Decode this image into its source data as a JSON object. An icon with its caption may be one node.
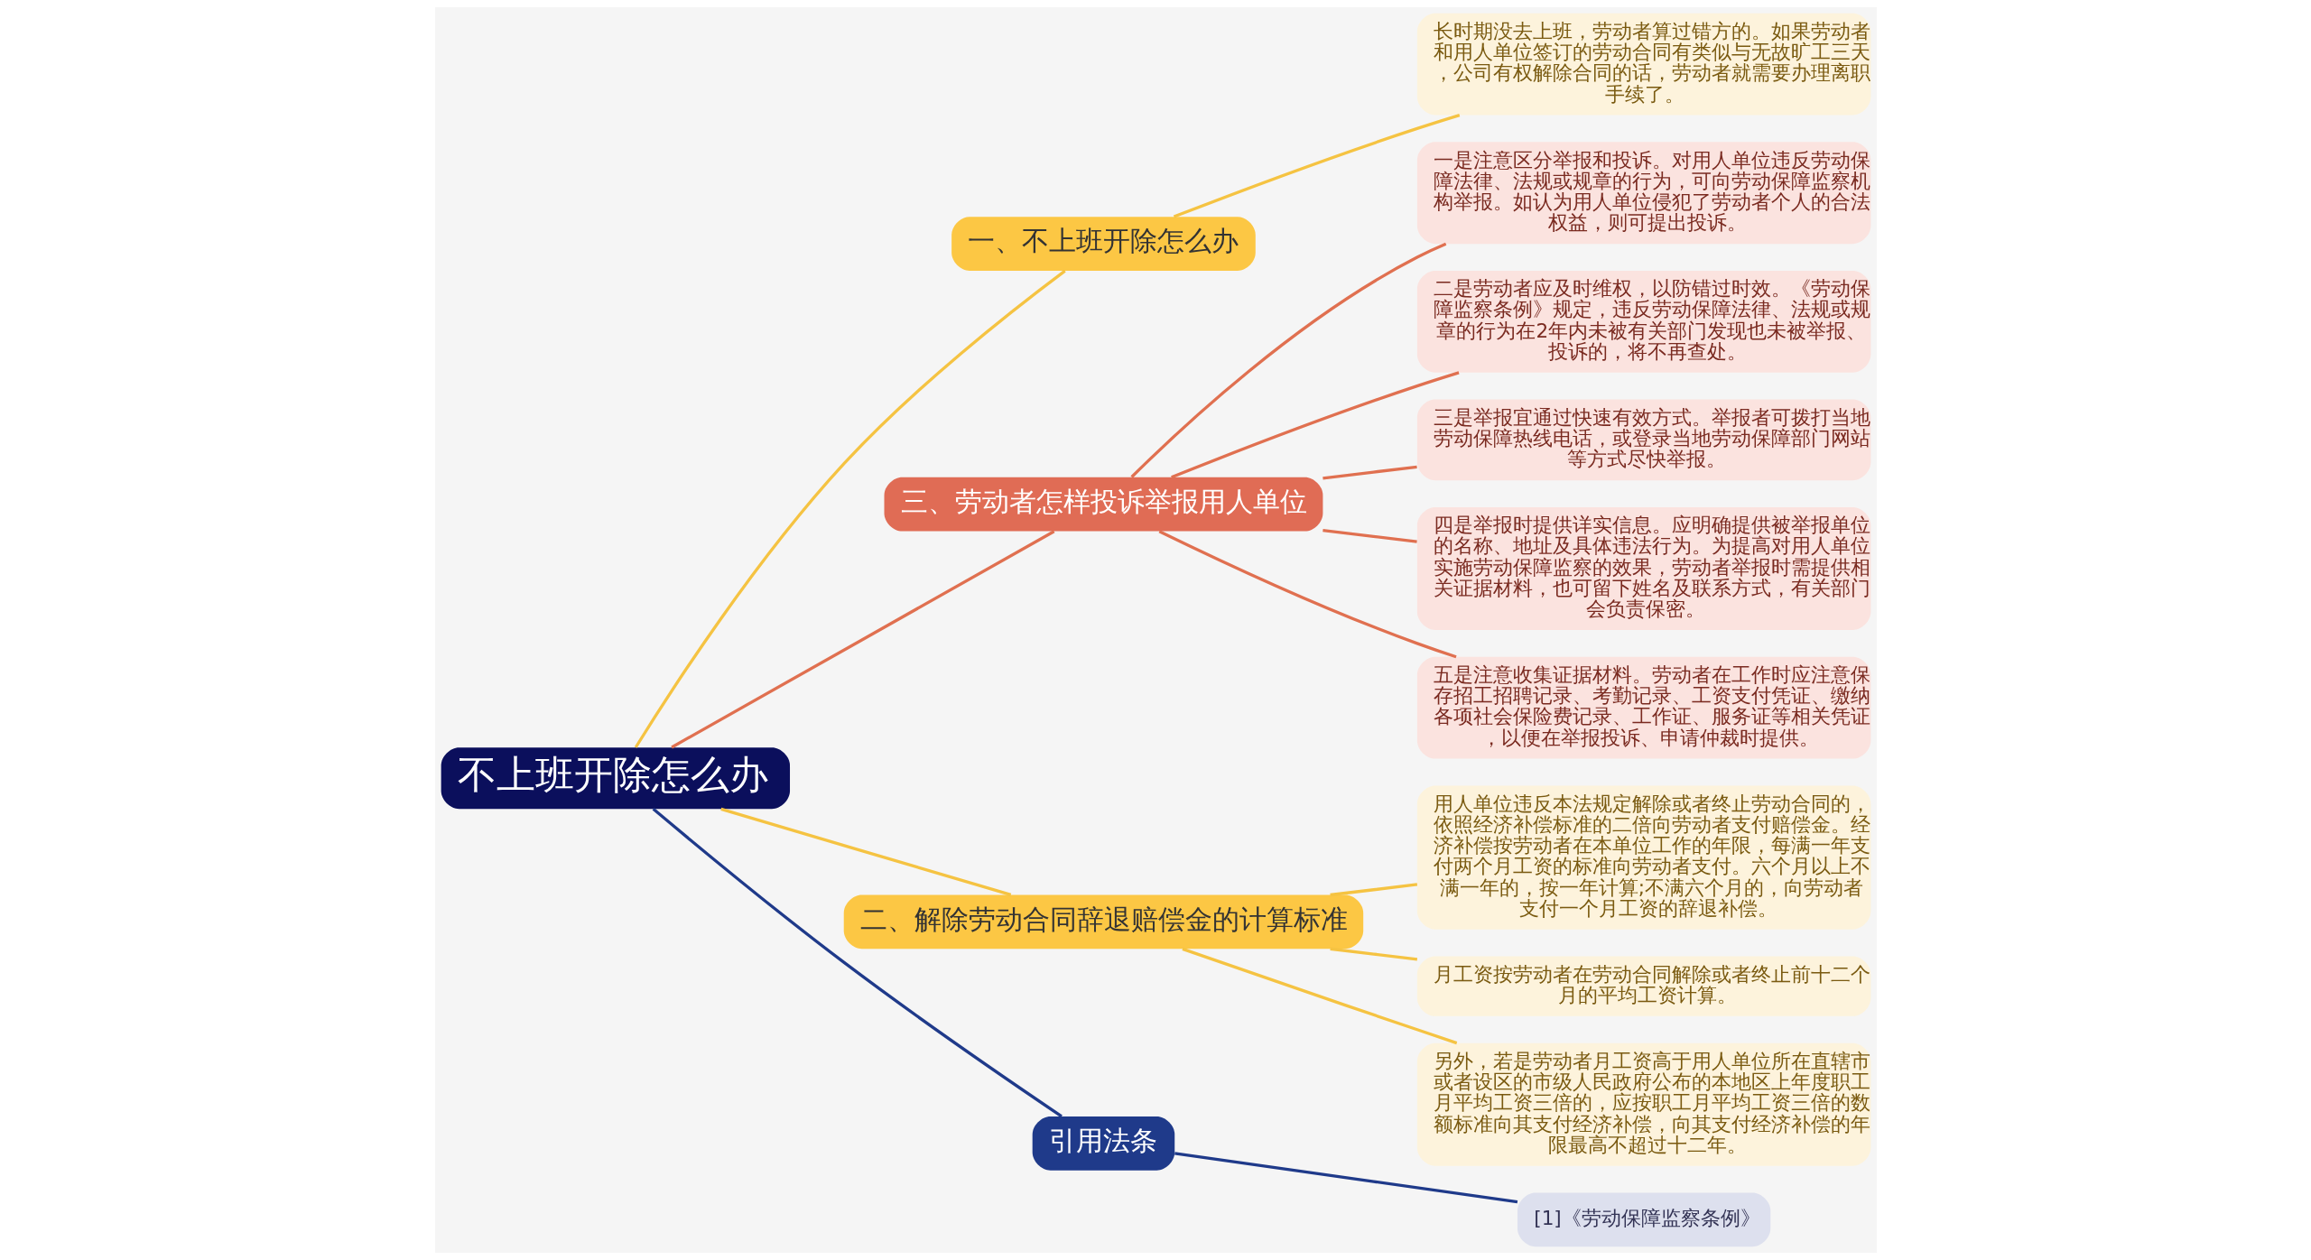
{
  "diagram": {
    "nodes": [
      {
        "text": [
          "不上班开除怎么办"
        ]
      },
      {
        "text": [
          "一、不上班开除怎么办"
        ]
      },
      {
        "text": [
          "长时期没去上班，劳动者算过错方的。如果劳动者和用人单位签订的劳动合同有类似与无故旷工三天，公司有权解除合同的话，劳动者就需要办理离职手续了。"
        ]
      },
      {
        "text": [
          "三、劳动者怎样投诉举报用人单位"
        ]
      },
      {
        "text": [
          "一是注意区分举报和投诉。对用人单位违反劳动保障法律、法规或规章的行为，可向劳动保障监察机构举报。如认为用人单位侵犯了劳动者个人的合法权益，则可提出投诉。"
        ]
      },
      {
        "text": [
          "二是劳动者应及时维权，以防错过时效。《劳动保障监察条例》规定，违反劳动保障法律、法规或规章的行为在2年内未被有关部门发现也未被举报、投诉的，将不再查处。"
        ]
      },
      {
        "text": [
          "三是举报宜通过快速有效方式。举报者可拨打当地劳动保障热线电话，或登录当地劳动保障部门网站等方式尽快举报。"
        ]
      },
      {
        "text": [
          "四是举报时提供详实信息。应明确提供被举报单位的名称、地址及具体违法行为。为提高对用人单位实施劳动保障监察的效果，劳动者举报时需提供相关证据材料，也可留下姓名及联系方式，有关部门会负责保密。"
        ]
      },
      {
        "text": [
          "五是注意收集证据材料。劳动者在工作时应注意保存招工招聘记录、考勤记录、工资支付凭证、缴纳各项社会保险费记录、工作证、服务证等相关凭证，以便在举报投诉、申请仲裁时提供。"
        ]
      },
      {
        "text": [
          "二、解除劳动合同辞退赔偿金的计算标准"
        ]
      },
      {
        "text": [
          "用人单位违反本法规定解除或者终止劳动合同的，依照经济补偿标准的二倍向劳动者支付赔偿金。经济补偿按劳动者在本单位工作的年限，每满一年支付两个月工资的标准向劳动者支付。六个月以上不满一年的，按一年计算;不满六个月的，向劳动者支付一个月工资的辞退补偿。"
        ]
      },
      {
        "text": [
          "月工资按劳动者在劳动合同解除或者终止前十二个月的平均工资计算。"
        ]
      },
      {
        "text": [
          "另外，若是劳动者月工资高于用人单位所在直辖市或者设区的市级人民政府公布的本地区上年度职工月平均工资三倍的，应按职工月平均工资三倍的数额标准向其支付经济补偿，向其支付经济补偿的年限最高不超过十二年。"
        ]
      },
      {
        "text": [
          "引用法条"
        ]
      },
      {
        "text": [
          "[1]《劳动保障监察条例》"
        ]
      }
    ],
    "edges": [
      {
        "from": 0,
        "to": 1,
        "arrow": "none",
        "color": "#f5c342"
      },
      {
        "from": 1,
        "to": 2,
        "arrow": "none",
        "color": "#f5c342"
      },
      {
        "from": 0,
        "to": 3,
        "arrow": "none",
        "color": "#e07050"
      },
      {
        "from": 3,
        "to": 4,
        "arrow": "none",
        "color": "#e07050"
      },
      {
        "from": 3,
        "to": 5,
        "arrow": "none",
        "color": "#e07050"
      },
      {
        "from": 3,
        "to": 6,
        "arrow": "none",
        "color": "#e07050"
      },
      {
        "from": 3,
        "to": 7,
        "arrow": "none",
        "color": "#e07050"
      },
      {
        "from": 3,
        "to": 8,
        "arrow": "none",
        "color": "#e07050"
      },
      {
        "from": 0,
        "to": 9,
        "arrow": "none",
        "color": "#f5c342"
      },
      {
        "from": 9,
        "to": 10,
        "arrow": "none",
        "color": "#f5c342"
      },
      {
        "from": 9,
        "to": 11,
        "arrow": "none",
        "color": "#f5c342"
      },
      {
        "from": 9,
        "to": 12,
        "arrow": "none",
        "color": "#f5c342"
      },
      {
        "from": 0,
        "to": 13,
        "arrow": "none",
        "color": "#1f3a8a"
      },
      {
        "from": 13,
        "to": 14,
        "arrow": "none",
        "color": "#1f3a8a"
      }
    ]
  }
}
